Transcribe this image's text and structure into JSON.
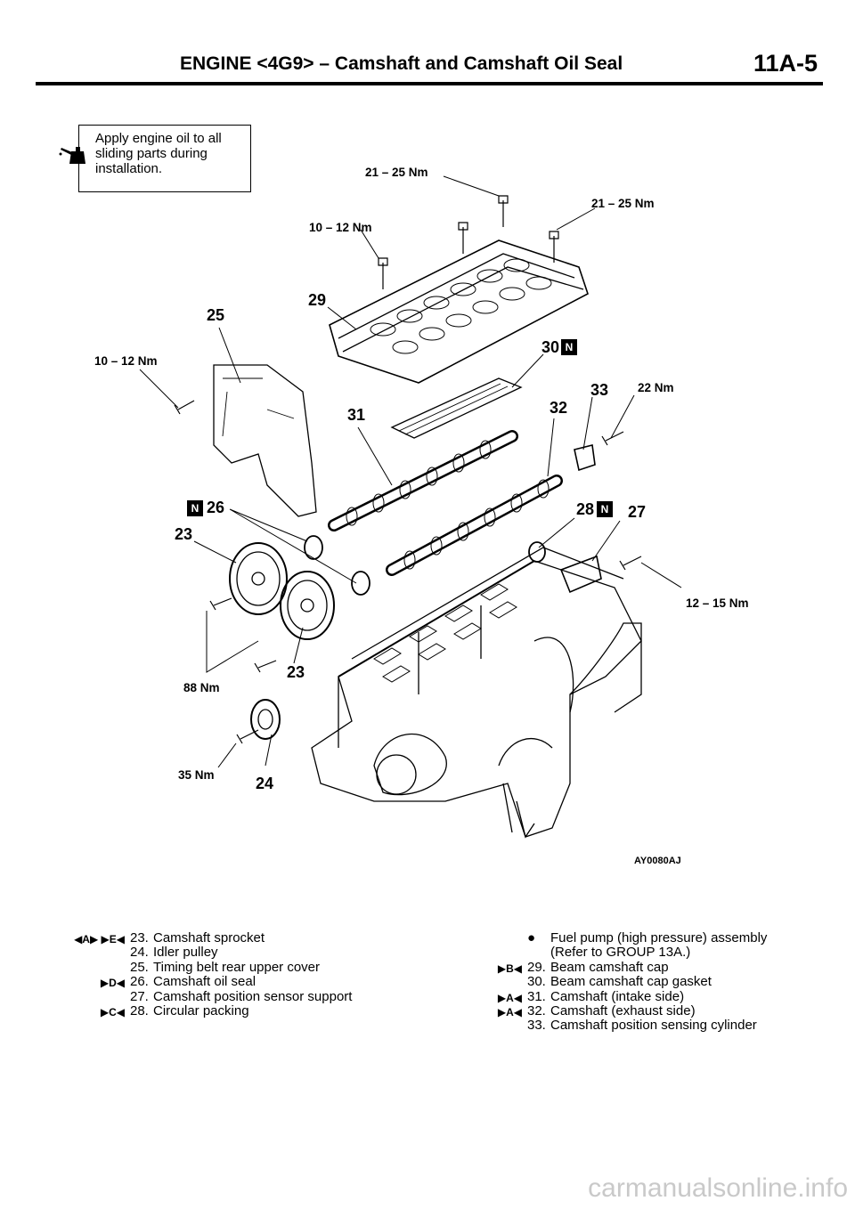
{
  "header": {
    "title": "ENGINE <4G9> – Camshaft and Camshaft Oil Seal",
    "page": "11A-5"
  },
  "note": {
    "line1": "Apply engine oil to all",
    "line2": "sliding parts during",
    "line3": "installation.",
    "icon": "oil-can-icon"
  },
  "diagram": {
    "torques": {
      "t21a": "21 – 25 Nm",
      "t21b": "21 – 25 Nm",
      "t10a": "10 – 12 Nm",
      "t10b": "10 – 12 Nm",
      "t22": "22 Nm",
      "t12": "12 – 15 Nm",
      "t88": "88 Nm",
      "t35": "35 Nm"
    },
    "parts": {
      "p25": "25",
      "p29": "29",
      "p30": "30",
      "p33": "33",
      "p32": "32",
      "p31": "31",
      "p26": "26",
      "p23a": "23",
      "p28": "28",
      "p27": "27",
      "p23b": "23",
      "p24": "24"
    },
    "new_mark": "N",
    "code": "AY0080AJ"
  },
  "list_left": [
    {
      "mark": "◀A▶   ▶E◀",
      "num": "23.",
      "text": "Camshaft sprocket"
    },
    {
      "mark": "",
      "num": "24.",
      "text": "Idler pulley"
    },
    {
      "mark": "",
      "num": "25.",
      "text": "Timing belt rear upper cover"
    },
    {
      "mark": "▶D◀",
      "num": "26.",
      "text": "Camshaft oil seal"
    },
    {
      "mark": "",
      "num": "27.",
      "text": "Camshaft position sensor support"
    },
    {
      "mark": "▶C◀",
      "num": "28.",
      "text": "Circular packing"
    }
  ],
  "list_right": [
    {
      "mark": "",
      "num": "●",
      "text": "Fuel pump (high pressure) assembly"
    },
    {
      "mark": "",
      "num": "",
      "text": "(Refer to GROUP 13A.)"
    },
    {
      "mark": "▶B◀",
      "num": "29.",
      "text": "Beam camshaft cap"
    },
    {
      "mark": "",
      "num": "30.",
      "text": "Beam camshaft cap gasket"
    },
    {
      "mark": "▶A◀",
      "num": "31.",
      "text": "Camshaft (intake side)"
    },
    {
      "mark": "▶A◀",
      "num": "32.",
      "text": "Camshaft (exhaust side)"
    },
    {
      "mark": "",
      "num": "33.",
      "text": "Camshaft position sensing cylinder"
    }
  ],
  "watermark": "carmanualsonline.info"
}
